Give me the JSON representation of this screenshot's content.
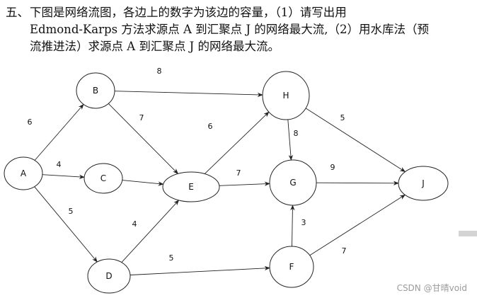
{
  "question": {
    "number": "五、",
    "lines": [
      "下图是网络流图，各边上的数字为该边的容量，（1）请写出用",
      "Edmond-Karps 方法求源点 A 到汇聚点 J 的网络最大流,（2）用水库法（预",
      "流推进法）求源点 A 到汇聚点 J 的网络最大流。"
    ]
  },
  "graph": {
    "nodes": [
      {
        "id": "A",
        "label": "A"
      },
      {
        "id": "B",
        "label": "B"
      },
      {
        "id": "C",
        "label": "C"
      },
      {
        "id": "D",
        "label": "D"
      },
      {
        "id": "E",
        "label": "E"
      },
      {
        "id": "F",
        "label": "F"
      },
      {
        "id": "G",
        "label": "G"
      },
      {
        "id": "H",
        "label": "H"
      },
      {
        "id": "J",
        "label": "J"
      }
    ],
    "edges": [
      {
        "from": "A",
        "to": "B",
        "capacity": "6"
      },
      {
        "from": "A",
        "to": "C",
        "capacity": "4"
      },
      {
        "from": "A",
        "to": "D",
        "capacity": "5"
      },
      {
        "from": "B",
        "to": "H",
        "capacity": "8"
      },
      {
        "from": "B",
        "to": "E",
        "capacity": "7"
      },
      {
        "from": "C",
        "to": "E",
        "capacity": ""
      },
      {
        "from": "D",
        "to": "E",
        "capacity": "4"
      },
      {
        "from": "D",
        "to": "F",
        "capacity": "5"
      },
      {
        "from": "E",
        "to": "H",
        "capacity": "6"
      },
      {
        "from": "E",
        "to": "G",
        "capacity": "7"
      },
      {
        "from": "H",
        "to": "G",
        "capacity": "8"
      },
      {
        "from": "H",
        "to": "J",
        "capacity": "5"
      },
      {
        "from": "G",
        "to": "J",
        "capacity": "9"
      },
      {
        "from": "F",
        "to": "G",
        "capacity": "3"
      },
      {
        "from": "F",
        "to": "J",
        "capacity": "7"
      }
    ]
  },
  "watermark": "CSDN @甘晴void"
}
